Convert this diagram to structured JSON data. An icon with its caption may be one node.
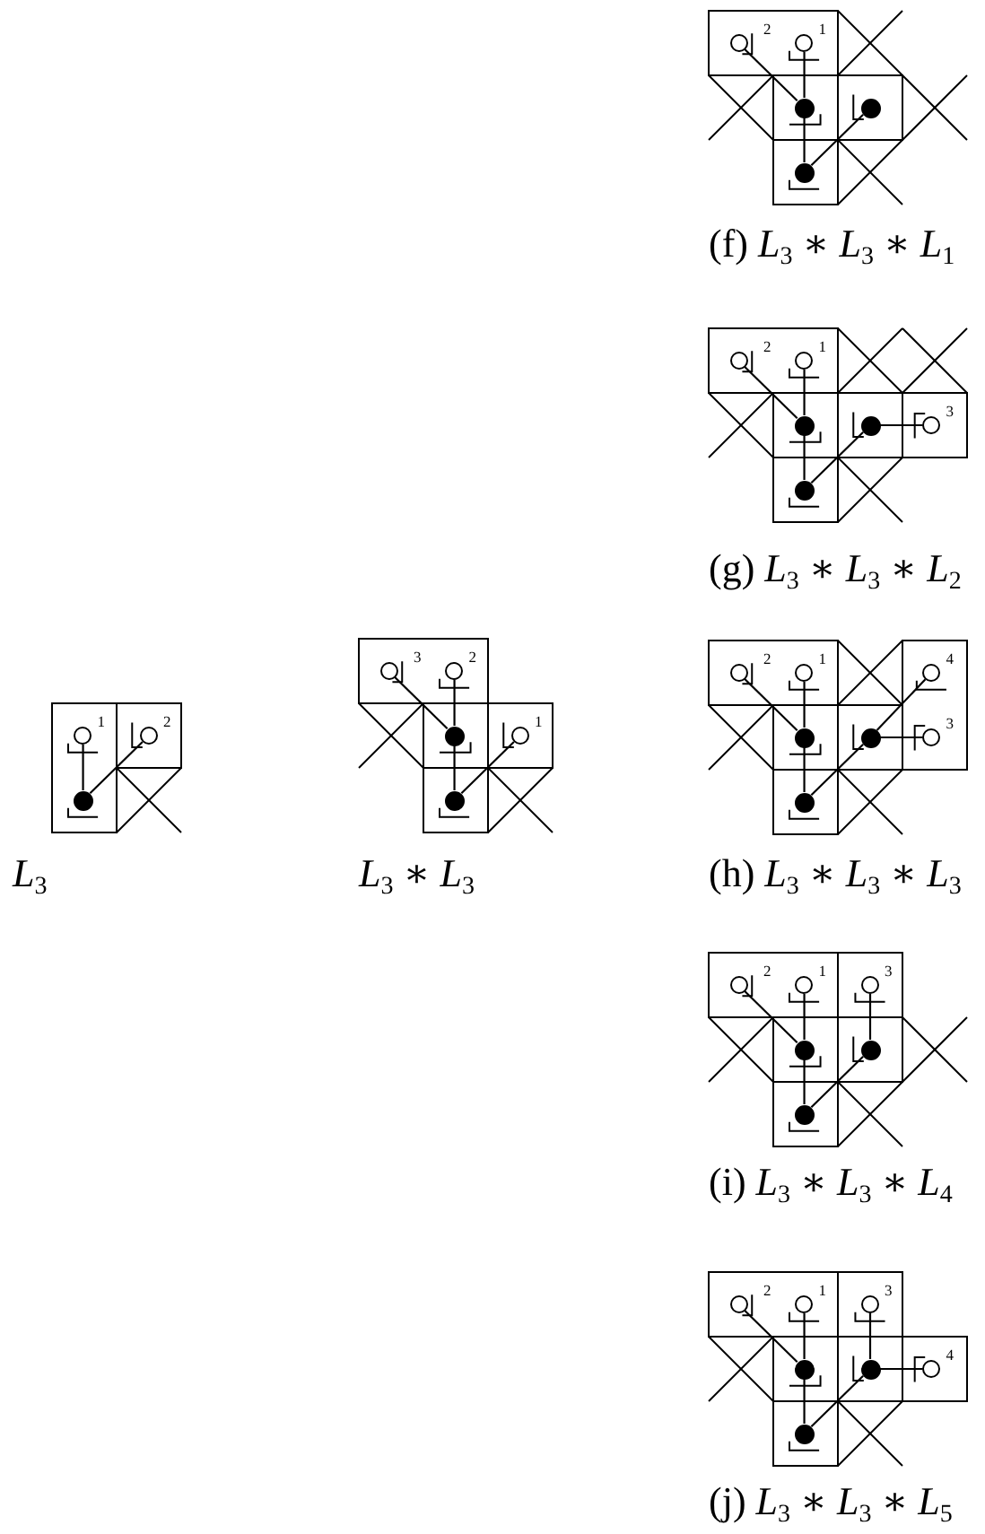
{
  "diagram": {
    "nodes": [
      {
        "text": [],
        "shape": "circle",
        "beside": [
          "2"
        ]
      },
      {
        "text": [],
        "shape": "circle",
        "beside": [
          "1"
        ]
      },
      {
        "text": [],
        "shape": "dot"
      },
      {
        "text": [],
        "shape": "dot"
      },
      {
        "text": [],
        "shape": "dot"
      },
      {
        "text": [],
        "shape": "circle",
        "beside": [
          "2"
        ]
      },
      {
        "text": [],
        "shape": "circle",
        "beside": [
          "1"
        ]
      },
      {
        "text": [],
        "shape": "dot"
      },
      {
        "text": [],
        "shape": "dot"
      },
      {
        "text": [],
        "shape": "circle",
        "beside": [
          "3"
        ]
      },
      {
        "text": [],
        "shape": "dot"
      },
      {
        "text": [],
        "shape": "circle",
        "beside": [
          "1"
        ]
      },
      {
        "text": [],
        "shape": "circle",
        "beside": [
          "2"
        ]
      },
      {
        "text": [],
        "shape": "dot"
      },
      {
        "text": [],
        "shape": "circle",
        "beside": [
          "3"
        ]
      },
      {
        "text": [],
        "shape": "circle",
        "beside": [
          "2"
        ]
      },
      {
        "text": [],
        "shape": "dot"
      },
      {
        "text": [],
        "shape": "circle",
        "beside": [
          "1"
        ]
      },
      {
        "text": [],
        "shape": "dot"
      },
      {
        "text": [],
        "shape": "circle",
        "beside": [
          "2"
        ]
      },
      {
        "text": [],
        "shape": "circle",
        "beside": [
          "1"
        ]
      },
      {
        "text": [],
        "shape": "circle",
        "beside": [
          "4"
        ]
      },
      {
        "text": [],
        "shape": "dot"
      },
      {
        "text": [],
        "shape": "dot"
      },
      {
        "text": [],
        "shape": "circle",
        "beside": [
          "3"
        ]
      },
      {
        "text": [],
        "shape": "dot"
      },
      {
        "text": [],
        "shape": "circle",
        "beside": [
          "2"
        ]
      },
      {
        "text": [],
        "shape": "circle",
        "beside": [
          "1"
        ]
      },
      {
        "text": [],
        "shape": "circle",
        "beside": [
          "3"
        ]
      },
      {
        "text": [],
        "shape": "dot"
      },
      {
        "text": [],
        "shape": "dot"
      },
      {
        "text": [],
        "shape": "dot"
      },
      {
        "text": [],
        "shape": "circle",
        "beside": [
          "2"
        ]
      },
      {
        "text": [],
        "shape": "circle",
        "beside": [
          "1"
        ]
      },
      {
        "text": [],
        "shape": "circle",
        "beside": [
          "3"
        ]
      },
      {
        "text": [],
        "shape": "dot"
      },
      {
        "text": [],
        "shape": "dot"
      },
      {
        "text": [],
        "shape": "circle",
        "beside": [
          "4"
        ]
      },
      {
        "text": [],
        "shape": "dot"
      }
    ],
    "edges": [
      {
        "from": 2,
        "to": 1,
        "arrow": "none"
      },
      {
        "from": 2,
        "to": 0,
        "arrow": "none"
      },
      {
        "from": 2,
        "to": 4,
        "arrow": "none"
      },
      {
        "from": 4,
        "to": 3,
        "arrow": "none"
      },
      {
        "from": 7,
        "to": 6,
        "arrow": "none"
      },
      {
        "from": 7,
        "to": 5,
        "arrow": "none"
      },
      {
        "from": 7,
        "to": 10,
        "arrow": "none"
      },
      {
        "from": 10,
        "to": 8,
        "arrow": "none"
      },
      {
        "from": 8,
        "to": 9,
        "arrow": "none"
      },
      {
        "from": 13,
        "to": 11,
        "arrow": "none"
      },
      {
        "from": 13,
        "to": 12,
        "arrow": "none"
      },
      {
        "from": 16,
        "to": 15,
        "arrow": "none"
      },
      {
        "from": 16,
        "to": 14,
        "arrow": "none"
      },
      {
        "from": 16,
        "to": 18,
        "arrow": "none"
      },
      {
        "from": 18,
        "to": 17,
        "arrow": "none"
      },
      {
        "from": 22,
        "to": 20,
        "arrow": "none"
      },
      {
        "from": 22,
        "to": 19,
        "arrow": "none"
      },
      {
        "from": 22,
        "to": 25,
        "arrow": "none"
      },
      {
        "from": 25,
        "to": 23,
        "arrow": "none"
      },
      {
        "from": 23,
        "to": 21,
        "arrow": "none"
      },
      {
        "from": 23,
        "to": 24,
        "arrow": "none"
      },
      {
        "from": 29,
        "to": 27,
        "arrow": "none"
      },
      {
        "from": 29,
        "to": 26,
        "arrow": "none"
      },
      {
        "from": 29,
        "to": 31,
        "arrow": "none"
      },
      {
        "from": 31,
        "to": 30,
        "arrow": "none"
      },
      {
        "from": 30,
        "to": 28,
        "arrow": "none"
      },
      {
        "from": 35,
        "to": 33,
        "arrow": "none"
      },
      {
        "from": 35,
        "to": 32,
        "arrow": "none"
      },
      {
        "from": 35,
        "to": 38,
        "arrow": "none"
      },
      {
        "from": 38,
        "to": 36,
        "arrow": "none"
      },
      {
        "from": 36,
        "to": 34,
        "arrow": "none"
      },
      {
        "from": 36,
        "to": 37,
        "arrow": "none"
      }
    ],
    "labels": [
      "(f) *L*$_{3}$ ∗ *L*$_{3}$ ∗ *L*$_{1}$",
      "(g) *L*$_{3}$ ∗ *L*$_{3}$ ∗ *L*$_{2}$",
      "*L*$_{3}$",
      "*L*$_{3}$ ∗ *L*$_{3}$",
      "(h) *L*$_{3}$ ∗ *L*$_{3}$ ∗ *L*$_{3}$",
      "(i) *L*$_{3}$ ∗ *L*$_{3}$ ∗ *L*$_{4}$",
      "(j) *L*$_{3}$ ∗ *L*$_{3}$ ∗ *L*$_{5}$"
    ]
  }
}
